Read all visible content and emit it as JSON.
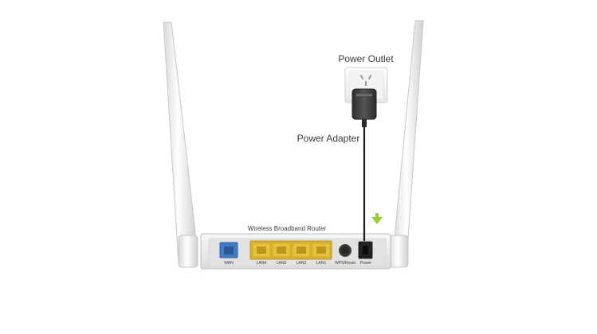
{
  "labels": {
    "power_outlet": "Power Outlet",
    "power_adapter": "Power Adapter",
    "router_name": "Wireless Broadband Router"
  },
  "ports": {
    "wan": "WAN",
    "lan4": "LAN4",
    "lan3": "LAN3",
    "lan2": "LAN2",
    "lan1": "LAN1",
    "wps_reset": "WPS/Reset",
    "power": "Power"
  },
  "colors": {
    "wan_port": "#3d7cc9",
    "lan_port": "#e8c33a",
    "arrow": "#9ccc3a",
    "router_body": "#ececec",
    "adapter": "#3b3b3b"
  },
  "icons": {
    "arrow": "down-arrow-icon",
    "outlet": "outlet-icon",
    "adapter": "adapter-icon",
    "antenna": "antenna-icon"
  }
}
